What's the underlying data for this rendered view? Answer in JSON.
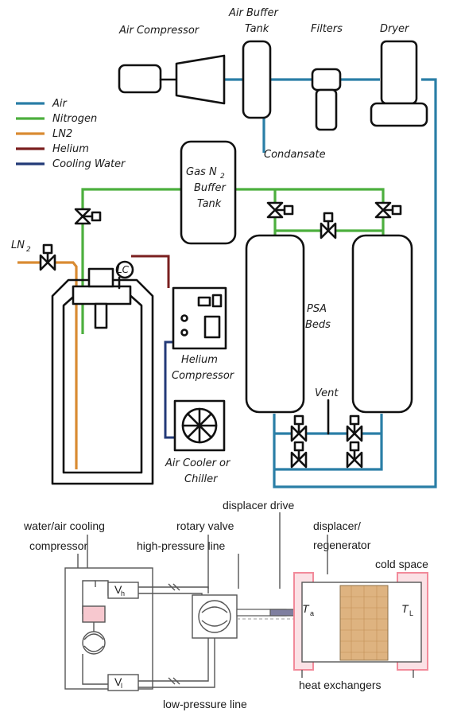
{
  "colors": {
    "air": "#2a7ea6",
    "nitrogen": "#4caf3e",
    "ln2": "#d98b32",
    "helium": "#7a1f1f",
    "cooling_water": "#233a78",
    "exchanger": "#f28a9a",
    "regenerator": "#d9a66a"
  },
  "legend": [
    {
      "label": "Air",
      "color_key": "air"
    },
    {
      "label": "Nitrogen",
      "color_key": "nitrogen"
    },
    {
      "label": "LN2",
      "color_key": "ln2"
    },
    {
      "label": "Helium",
      "color_key": "helium"
    },
    {
      "label": "Cooling Water",
      "color_key": "cooling_water"
    }
  ],
  "top": {
    "air_compressor": "Air Compressor",
    "air_buffer_tank_1": "Air Buffer",
    "air_buffer_tank_2": "Tank",
    "filters": "Filters",
    "dryer": "Dryer",
    "condensate": "Condansate",
    "gas_n2_1": "Gas N",
    "gas_n2_sub": "2",
    "gas_n2_2": "Buffer",
    "gas_n2_3": "Tank",
    "ln2_label": "LN",
    "ln2_sub": "2",
    "lc": "LC",
    "psa_1": "PSA",
    "psa_2": "Beds",
    "vent": "Vent",
    "helium_compressor_1": "Helium",
    "helium_compressor_2": "Compressor",
    "air_cooler_1": "Air Cooler or",
    "air_cooler_2": "Chiller"
  },
  "bottom": {
    "displacer_drive": "displacer drive",
    "water_air_cooling": "water/air cooling",
    "compressor": "compressor",
    "rotary_valve": "rotary valve",
    "high_pressure_line": "high-pressure line",
    "displacer_regenerator_1": "displacer/",
    "displacer_regenerator_2": "regenerator",
    "cold_space": "cold space",
    "vh": "V",
    "vh_sub": "h",
    "vl": "V",
    "vl_sub": "l",
    "ta": "T",
    "ta_sub": "a",
    "tl": "T",
    "tl_sub": "L",
    "heat_exchangers": "heat exchangers",
    "low_pressure_line": "low-pressure line"
  }
}
